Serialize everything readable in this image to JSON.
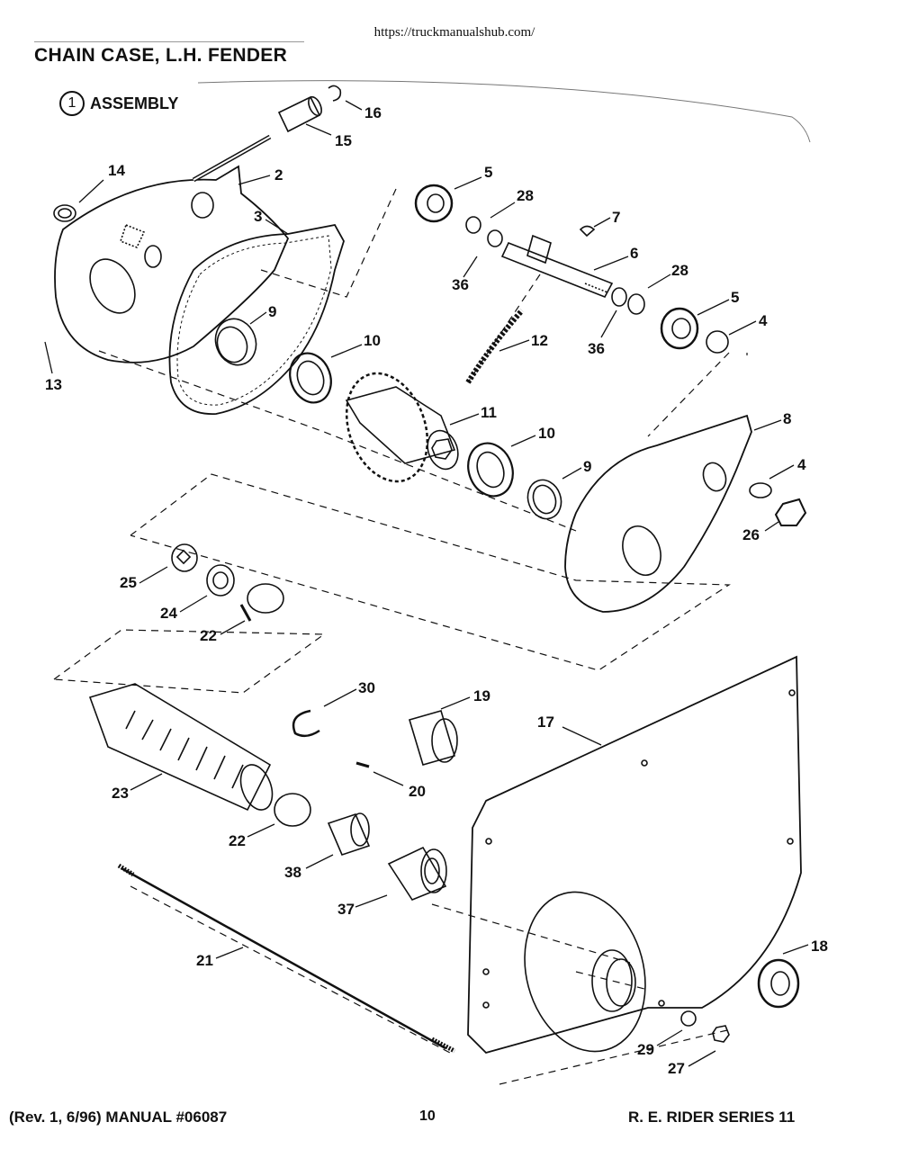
{
  "header": {
    "url": "https://truckmanualshub.com/",
    "title": "CHAIN CASE, L.H. FENDER",
    "assembly_number": "1",
    "assembly_label": "ASSEMBLY"
  },
  "callouts": [
    {
      "id": "c16",
      "text": "16"
    },
    {
      "id": "c15",
      "text": "15"
    },
    {
      "id": "c14",
      "text": "14"
    },
    {
      "id": "c2",
      "text": "2"
    },
    {
      "id": "c3",
      "text": "3"
    },
    {
      "id": "c5a",
      "text": "5"
    },
    {
      "id": "c28a",
      "text": "28"
    },
    {
      "id": "c7",
      "text": "7"
    },
    {
      "id": "c6",
      "text": "6"
    },
    {
      "id": "c36a",
      "text": "36"
    },
    {
      "id": "c28b",
      "text": "28"
    },
    {
      "id": "c5b",
      "text": "5"
    },
    {
      "id": "c4a",
      "text": "4"
    },
    {
      "id": "c36b",
      "text": "36"
    },
    {
      "id": "c9a",
      "text": "9"
    },
    {
      "id": "c10a",
      "text": "10"
    },
    {
      "id": "c12",
      "text": "12"
    },
    {
      "id": "c13",
      "text": "13"
    },
    {
      "id": "c11",
      "text": "11"
    },
    {
      "id": "c10b",
      "text": "10"
    },
    {
      "id": "c9b",
      "text": "9"
    },
    {
      "id": "c8",
      "text": "8"
    },
    {
      "id": "c4b",
      "text": "4"
    },
    {
      "id": "c26",
      "text": "26"
    },
    {
      "id": "c25",
      "text": "25"
    },
    {
      "id": "c24",
      "text": "24"
    },
    {
      "id": "c22a",
      "text": "22"
    },
    {
      "id": "c30",
      "text": "30"
    },
    {
      "id": "c19",
      "text": "19"
    },
    {
      "id": "c17",
      "text": "17"
    },
    {
      "id": "c20",
      "text": "20"
    },
    {
      "id": "c23",
      "text": "23"
    },
    {
      "id": "c22b",
      "text": "22"
    },
    {
      "id": "c38",
      "text": "38"
    },
    {
      "id": "c37",
      "text": "37"
    },
    {
      "id": "c21",
      "text": "21"
    },
    {
      "id": "c18",
      "text": "18"
    },
    {
      "id": "c29",
      "text": "29"
    },
    {
      "id": "c27",
      "text": "27"
    }
  ],
  "footer": {
    "left": "(Rev. 1, 6/96) MANUAL #06087",
    "page": "10",
    "right": "R. E. RIDER SERIES 11"
  }
}
